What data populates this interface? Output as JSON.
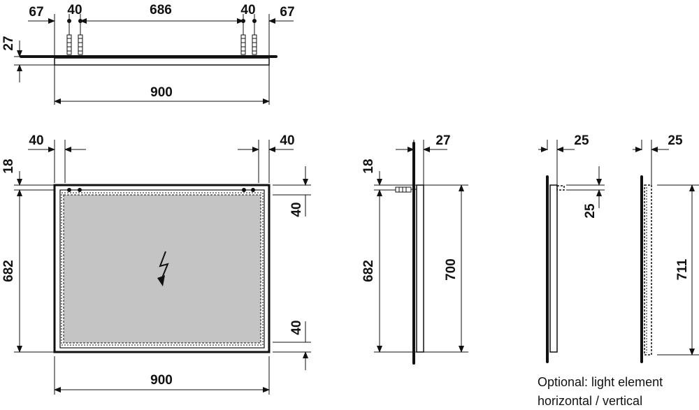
{
  "top_view": {
    "dims": {
      "left_margin": "67",
      "left_anchor": "40",
      "anchor_gap": "686",
      "right_anchor": "40",
      "right_margin": "67",
      "depth": "27",
      "width": "900"
    }
  },
  "front_view": {
    "dims": {
      "left_inset": "40",
      "right_inset": "40",
      "top_offset": "18",
      "height": "682",
      "top_light": "40",
      "bottom_light": "40",
      "width": "900"
    },
    "symbol": "lightning-bolt"
  },
  "side_view": {
    "dims": {
      "depth": "27",
      "top_offset": "18",
      "height": "682",
      "total_height": "700"
    }
  },
  "light_horizontal": {
    "dims": {
      "depth": "25",
      "height": "25"
    }
  },
  "light_vertical": {
    "dims": {
      "depth": "25",
      "height": "711"
    }
  },
  "caption": {
    "line1": "Optional: light element",
    "line2": "horizontal / vertical"
  },
  "colors": {
    "line": "#111111",
    "glass": "#c4c4c4",
    "frame": "#ffffff"
  }
}
